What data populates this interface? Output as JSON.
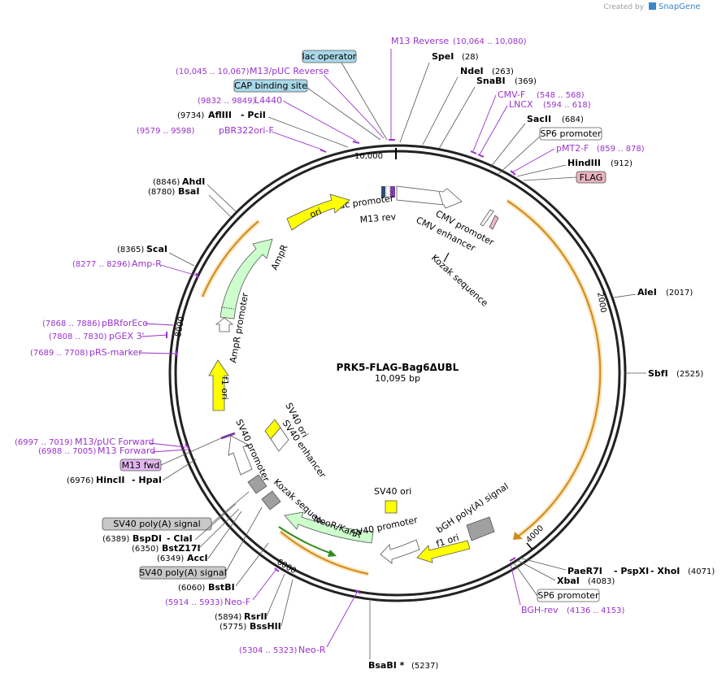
{
  "header": {
    "created_by": "Created by",
    "brand": "SnapGene"
  },
  "plasmid": {
    "name": "PRK5-FLAG-Bag6ΔUBL",
    "size": "10,095 bp"
  },
  "ticks": {
    "t10000": "10,000",
    "t2000": "2000",
    "t4000": "4000",
    "t6000": "6000",
    "t8000": "8000"
  },
  "enzymes": {
    "spei": {
      "name": "SpeI",
      "pos": "(28)"
    },
    "ndei": {
      "name": "NdeI",
      "pos": "(263)"
    },
    "snabi": {
      "name": "SnaBI",
      "pos": "(369)"
    },
    "sacii": {
      "name": "SacII",
      "pos": "(684)"
    },
    "hindiii": {
      "name": "HindIII",
      "pos": "(912)"
    },
    "alei": {
      "name": "AleI",
      "pos": "(2017)"
    },
    "sbfi": {
      "name": "SbfI",
      "pos": "(2525)"
    },
    "paer7i": {
      "name": "PaeR7I",
      "sep1": "- PspXI",
      "sep2": "- XhoI",
      "pos": "(4071)"
    },
    "xbai": {
      "name": "XbaI",
      "pos": "(4083)"
    },
    "bsabi": {
      "name": "BsaBI *",
      "pos": "(5237)"
    },
    "bsshii": {
      "name": "BssHII",
      "pos": "(5775)"
    },
    "rsrii": {
      "name": "RsrII",
      "pos": "(5894)"
    },
    "bstbi": {
      "name": "BstBI",
      "pos": "(6060)"
    },
    "acci": {
      "name": "AccI",
      "pos": "(6349)"
    },
    "bstz17i": {
      "name": "BstZ17I",
      "pos": "(6350)"
    },
    "bspdi": {
      "name": "BspDI",
      "sep": "- ClaI",
      "pos": "(6389)"
    },
    "hincii": {
      "name": "HincII",
      "sep": "- HpaI",
      "pos": "(6976)"
    },
    "scai": {
      "name": "ScaI",
      "pos": "(8365)"
    },
    "bsai": {
      "name": "BsaI",
      "pos": "(8780)"
    },
    "ahdi": {
      "name": "AhdI",
      "pos": "(8846)"
    },
    "afliii": {
      "name": "AflIII",
      "sep": "- PciI",
      "pos": "(9734)"
    }
  },
  "primers": {
    "m13rev": {
      "name": "M13 Reverse",
      "pos": "(10,064 .. 10,080)"
    },
    "m13puc_rev": {
      "name": "M13/pUC Reverse",
      "pos": "(10,045 .. 10,067)"
    },
    "l4440": {
      "name": "L4440",
      "pos": "(9832 .. 9849)"
    },
    "pbr322": {
      "name": "pBR322ori-F",
      "pos": "(9579 .. 9598)"
    },
    "cmvf": {
      "name": "CMV-F",
      "pos": "(548 .. 568)"
    },
    "lncx": {
      "name": "LNCX",
      "pos": "(594 .. 618)"
    },
    "pmt2f": {
      "name": "pMT2-F",
      "pos": "(859 .. 878)"
    },
    "bghrev": {
      "name": "BGH-rev",
      "pos": "(4136 .. 4153)"
    },
    "neof": {
      "name": "Neo-F",
      "pos": "(5914 .. 5933)"
    },
    "neor": {
      "name": "Neo-R",
      "pos": "(5304 .. 5323)"
    },
    "m13puc_fwd": {
      "name": "M13/pUC Forward",
      "pos": "(6997 .. 7019)"
    },
    "m13fwd": {
      "name": "M13 Forward",
      "pos": "(6988 .. 7005)"
    },
    "ampr": {
      "name": "Amp-R",
      "pos": "(8277 .. 8296)"
    },
    "pbrforeco": {
      "name": "pBRforEco",
      "pos": "(7868 .. 7886)"
    },
    "pgex3": {
      "name": "pGEX 3'",
      "pos": "(7808 .. 7830)"
    },
    "prsmarker": {
      "name": "pRS-marker",
      "pos": "(7689 .. 7708)"
    }
  },
  "boxed": {
    "lac_operator": "lac operator",
    "cap_site": "CAP binding site",
    "sp6_top": "SP6 promoter",
    "flag": "FLAG",
    "m13_fwd_box": "M13 fwd",
    "sv40pa_1": "SV40 poly(A) signal",
    "sv40pa_2": "SV40 poly(A) signal",
    "sp6_bottom": "SP6 promoter"
  },
  "features": {
    "lac_promoter": "lac promoter",
    "m13_rev": "M13 rev",
    "cmv_promoter": "CMV promoter",
    "cmv_enhancer": "CMV enhancer",
    "kozak1": "Kozak sequence",
    "ori": "ori",
    "ampr": "AmpR",
    "ampr_promoter": "AmpR promoter",
    "f1ori_left": "f1 ori",
    "sv40ori_1": "SV40 ori",
    "sv40_enhancer": "SV40 enhancer",
    "sv40_promoter_1": "SV40 promoter",
    "kozak2": "Kozak sequence",
    "sv40ori_2": "SV40 ori",
    "neokan": "NeoR/KanR",
    "sv40_promoter_2": "SV40 promoter",
    "bgh_pa": "bGH poly(A) signal",
    "f1ori_right": "f1 ori"
  },
  "colors": {
    "primer": "#9932cc",
    "insert": "#f5a623",
    "arrow_yellow": "#ffff00",
    "arrow_green": "#ccffcc",
    "gray": "#a0a0a0",
    "cyan_box": "#a8d8e8"
  }
}
